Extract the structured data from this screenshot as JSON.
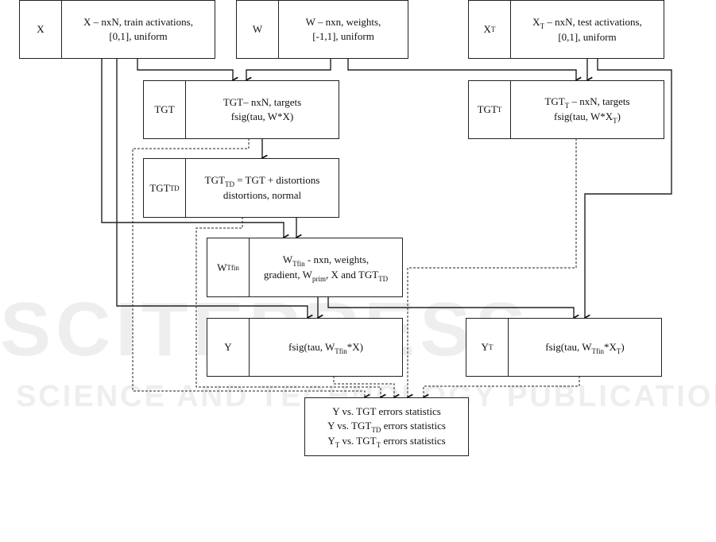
{
  "watermark": {
    "big": "SCITEPRESS",
    "small": "SCIENCE AND TECHNOLOGY PUBLICATIONS"
  },
  "x": {
    "label": "X",
    "d1": "X – nxN, train activations,",
    "d2": "[0,1], uniform"
  },
  "w": {
    "label": "W",
    "d1": "W – nxn, weights,",
    "d2": "[-1,1], uniform"
  },
  "xt": {
    "label": "X",
    "label_sub": "T",
    "d1a": "X",
    "d1s": "T",
    "d1b": " – nxN, test activations,",
    "d2": "[0,1], uniform"
  },
  "tgt": {
    "label": "TGT",
    "d1": "TGT– nxN, targets",
    "d2": "fsig(tau, W*X)"
  },
  "tgtt": {
    "label": "TGT",
    "label_sub": "T",
    "d1a": "TGT",
    "d1s": "T",
    "d1b": " – nxN, targets",
    "d2a": "fsig(tau, W*X",
    "d2s": "T",
    "d2b": ")"
  },
  "tgttd": {
    "label": "TGT",
    "label_sub": "TD",
    "d1a": "TGT",
    "d1s": "TD",
    "d1b": " = TGT + distortions",
    "d2": "distortions, normal"
  },
  "wtfin": {
    "label": "W",
    "label_sub": "Tfin",
    "d1a": "W",
    "d1s": "Tfin",
    "d1b": " - nxn, weights,",
    "d2a": "gradient, W",
    "d2s": "prim",
    "d2b": ", X and TGT",
    "d2s2": "TD"
  },
  "y": {
    "label": "Y",
    "da": "fsig(tau, W",
    "ds": "Tfin",
    "db": "*X)"
  },
  "yt": {
    "label": "Y",
    "label_sub": "T",
    "da": "fsig(tau, W",
    "ds": "Tfin",
    "db": "*X",
    "ds2": "T",
    "dc": ")"
  },
  "stats": {
    "l1": "Y vs. TGT errors statistics",
    "l2a": "Y vs. TGT",
    "l2s": "TD",
    "l2b": " errors statistics",
    "l3a": "Y",
    "l3s": "T",
    "l3b": " vs. TGT",
    "l3s2": "T",
    "l3c": " errors statistics"
  }
}
